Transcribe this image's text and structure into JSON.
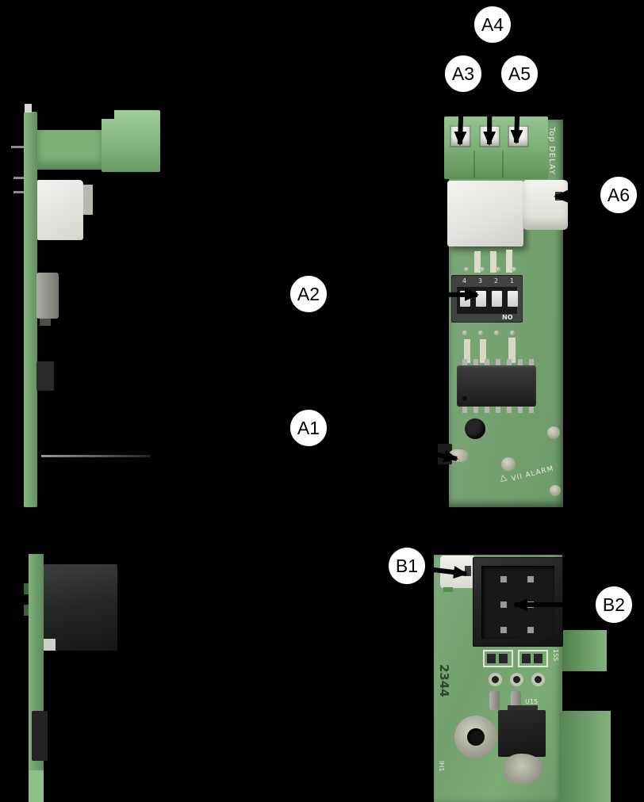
{
  "callouts": {
    "a1": "A1",
    "a2": "A2",
    "a3": "A3",
    "a4": "A4",
    "a5": "A5",
    "a6": "A6",
    "b1": "B1",
    "b2": "B2"
  },
  "board_a": {
    "silkscreen_top": "Top DELAY",
    "dip_numbers": [
      "4",
      "3",
      "2",
      "1"
    ],
    "dip_on_label": "NO",
    "triangle_symbol": "△",
    "silkscreen_bottom": "VII ALARM"
  },
  "board_b": {
    "marking_left": "2344",
    "label_right": "1SS",
    "label_mid": "U15",
    "label_bottom": "IH1"
  },
  "colors": {
    "background": "#000000",
    "pcb_green": "#79a476",
    "connector_green": "#84b97f",
    "component_white": "#ededeb",
    "connector_black": "#1c1c1c",
    "callout_bg": "#ffffff",
    "callout_text": "#000000"
  }
}
